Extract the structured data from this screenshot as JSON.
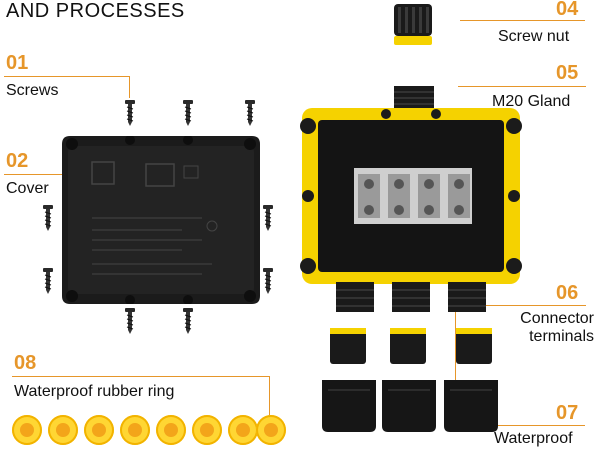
{
  "heading": "AND PROCESSES",
  "parts": [
    {
      "num": "01",
      "label": "Screws"
    },
    {
      "num": "02",
      "label": "Cover"
    },
    {
      "num": "04",
      "label": "Screw nut"
    },
    {
      "num": "05",
      "label": "M20 Gland"
    },
    {
      "num": "06",
      "label": "Connector terminals"
    },
    {
      "num": "07",
      "label": "Waterproof"
    },
    {
      "num": "08",
      "label": "Waterproof rubber ring"
    }
  ],
  "colors": {
    "accent": "#e6962a",
    "box_body": "#1a1a1a",
    "box_seal": "#f5d200",
    "ring": "#ffd633"
  },
  "icons": [
    "screw-icon",
    "cover-icon",
    "junction-box-icon",
    "gland-icon",
    "rubber-ring-icon",
    "terminal-block-icon"
  ]
}
